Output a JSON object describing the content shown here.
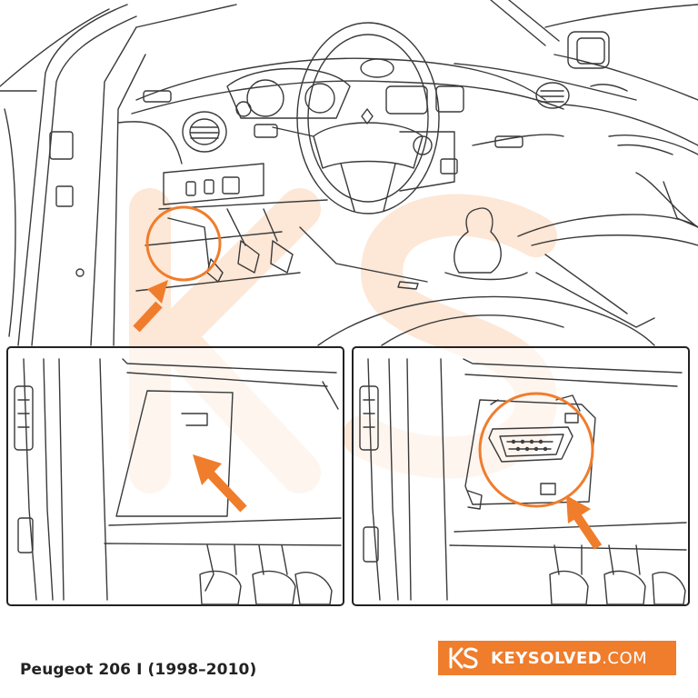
{
  "caption": "Peugeot 206 I (1998–2010)",
  "brand": {
    "name": "KEYSOLVED",
    "tld": ".COM",
    "logo_icon": "ks-logo-icon"
  },
  "colors": {
    "accent": "#ef7d2c",
    "line": "#3a3a3a",
    "watermark": "#fde3cf"
  },
  "panels": [
    {
      "id": "overview",
      "icon": "car-interior-dashboard-icon"
    },
    {
      "id": "cover-detail",
      "icon": "fuse-cover-panel-icon"
    },
    {
      "id": "port-detail",
      "icon": "obd-port-icon"
    }
  ]
}
